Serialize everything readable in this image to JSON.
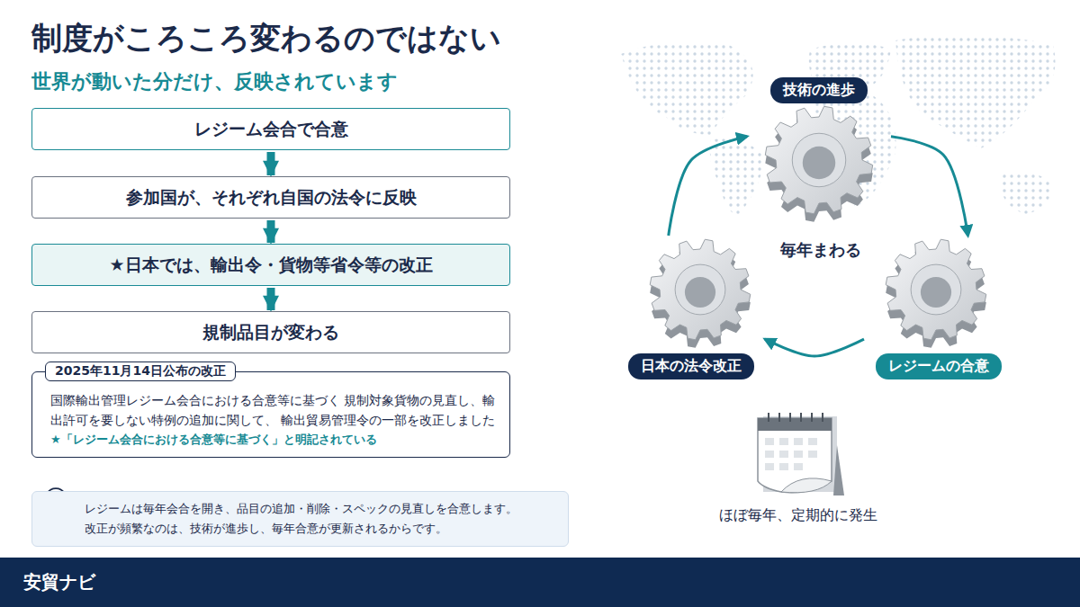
{
  "diagram": {
    "title": "制度がころころ変わるのではない",
    "nodes": [
      {
        "text": [
          "レジーム会合で合意"
        ]
      },
      {
        "text": [
          "参加国が、それぞれ自国の法令に反映"
        ]
      },
      {
        "text": [
          "★日本では、輸出令・貨物等省令等の改正"
        ]
      },
      {
        "text": [
          "規制品目が変わる"
        ]
      },
      {
        "text": [
          "2025年11月14日公布の改正",
          "国際輸出管理レジーム会合における合意等に基づく 規制対象貨物の見直し、輸出許可を要しない特例の追加に関して、 輸出貿易管理令の一部を改正しました",
          "★「レジーム会合における合意等に基づく」と明記されている"
        ]
      },
      {
        "text": [
          "レジームは毎年会合を開き、品目の追加・削除・スペックの見直しを合意します。 改正が頻繁なのは、技術が進歩し、毎年合意が更新されるからです。"
        ]
      },
      {
        "text": [
          "技術の進歩"
        ]
      },
      {
        "text": [
          "レジームの合意"
        ]
      },
      {
        "text": [
          "日本の法令改正"
        ]
      }
    ],
    "edges": [
      {
        "from": 0,
        "to": 1,
        "arrow": "to"
      },
      {
        "from": 1,
        "to": 2,
        "arrow": "to"
      },
      {
        "from": 2,
        "to": 3,
        "arrow": "to"
      },
      {
        "from": 6,
        "to": 7,
        "arrow": "to"
      },
      {
        "from": 7,
        "to": 8,
        "arrow": "to"
      },
      {
        "from": 8,
        "to": 6,
        "arrow": "to"
      }
    ],
    "labels": [
      "世界が動いた分だけ、反映されています",
      "毎年まわる",
      "ほぼ毎年、定期的に発生",
      "安貿ナビ"
    ]
  }
}
